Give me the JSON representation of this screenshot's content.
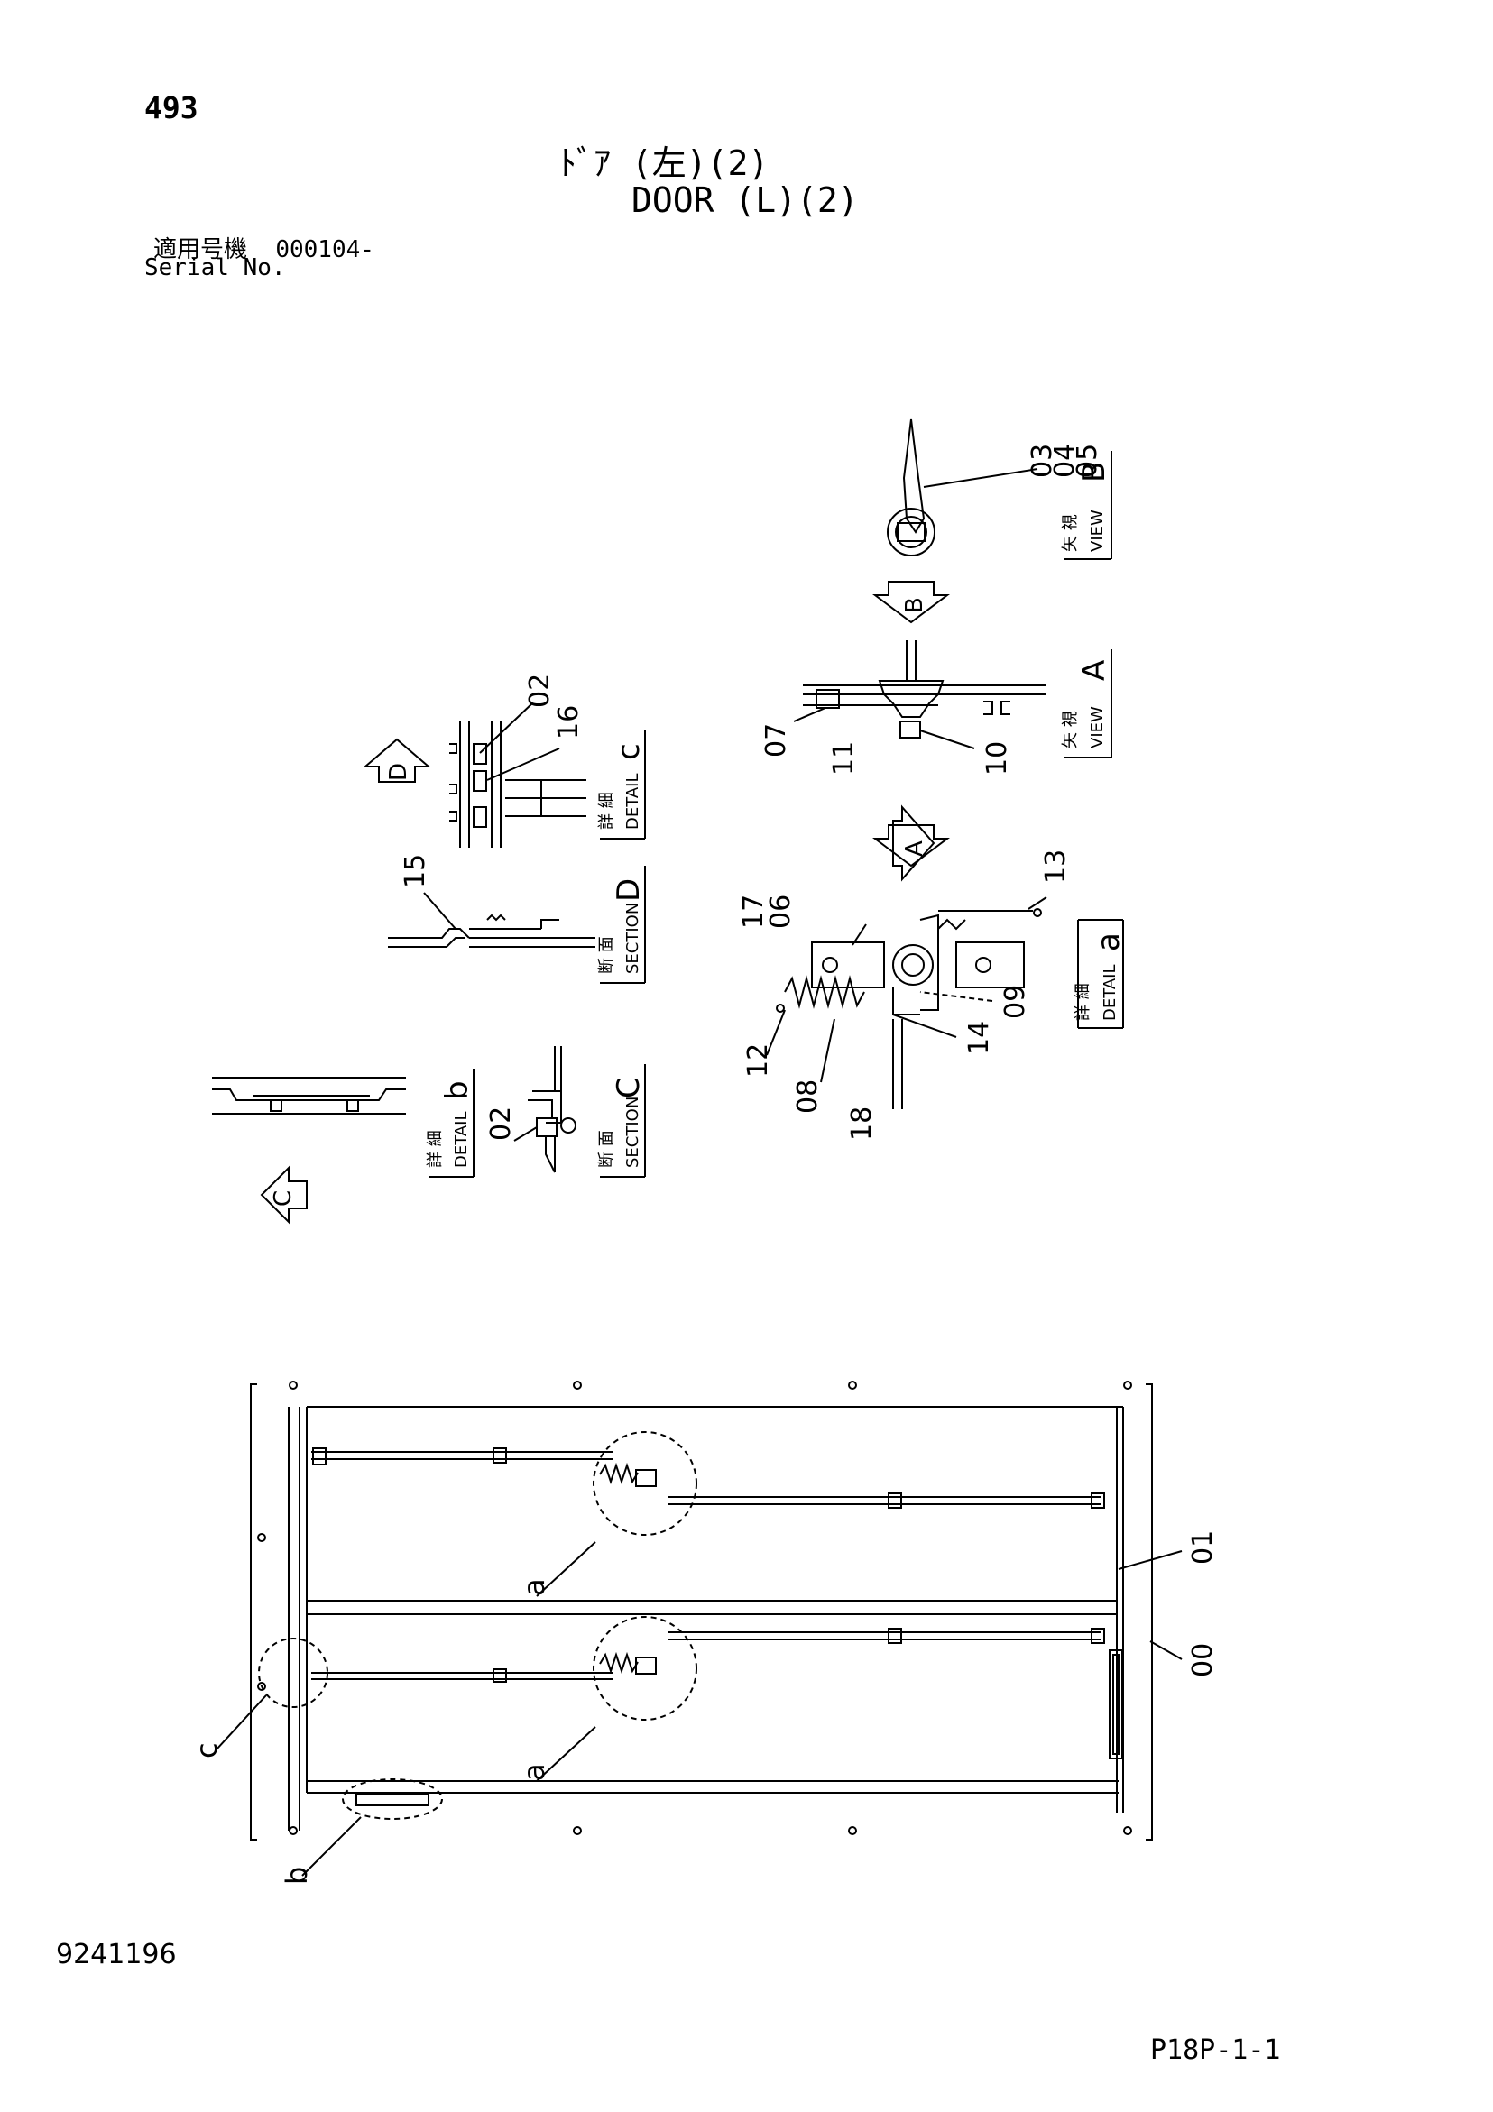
{
  "header": {
    "page_number": "493",
    "title_jp": "ﾄﾞｱ (左)(2)",
    "title_en": "DOOR (L)(2)",
    "serial_label_jp": "適用号機",
    "serial_value": "000104-",
    "serial_label_en": "Serial No."
  },
  "footer": {
    "drawing_number": "9241196",
    "page_code": "P18P-1-1"
  },
  "views": {
    "view_b": {
      "jp": "矢 視",
      "en": "VIEW",
      "letter": "B"
    },
    "view_a": {
      "jp": "矢 視",
      "en": "VIEW",
      "letter": "A"
    },
    "detail_c": {
      "jp": "詳 細",
      "en": "DETAIL",
      "letter": "c"
    },
    "section_d": {
      "jp": "断 面",
      "en": "SECTION",
      "letter": "D"
    },
    "detail_a": {
      "jp": "詳 細",
      "en": "DETAIL",
      "letter": "a"
    },
    "detail_b": {
      "jp": "詳 細",
      "en": "DETAIL",
      "letter": "b"
    },
    "section_c": {
      "jp": "断 面",
      "en": "SECTION",
      "letter": "C"
    }
  },
  "arrows": {
    "b": "B",
    "a": "A",
    "d": "D",
    "c": "C"
  },
  "callouts": {
    "p03": "03",
    "p04": "04",
    "p05": "05",
    "p07": "07",
    "p11": "11",
    "p10": "10",
    "p02a": "02",
    "p16": "16",
    "p15": "15",
    "p17": "17",
    "p06": "06",
    "p13": "13",
    "p09": "09",
    "p14": "14",
    "p12": "12",
    "p08": "08",
    "p18": "18",
    "p02b": "02",
    "p01": "01",
    "p00": "00",
    "ref_a1": "a",
    "ref_a2": "a",
    "ref_c": "c",
    "ref_b": "b"
  }
}
